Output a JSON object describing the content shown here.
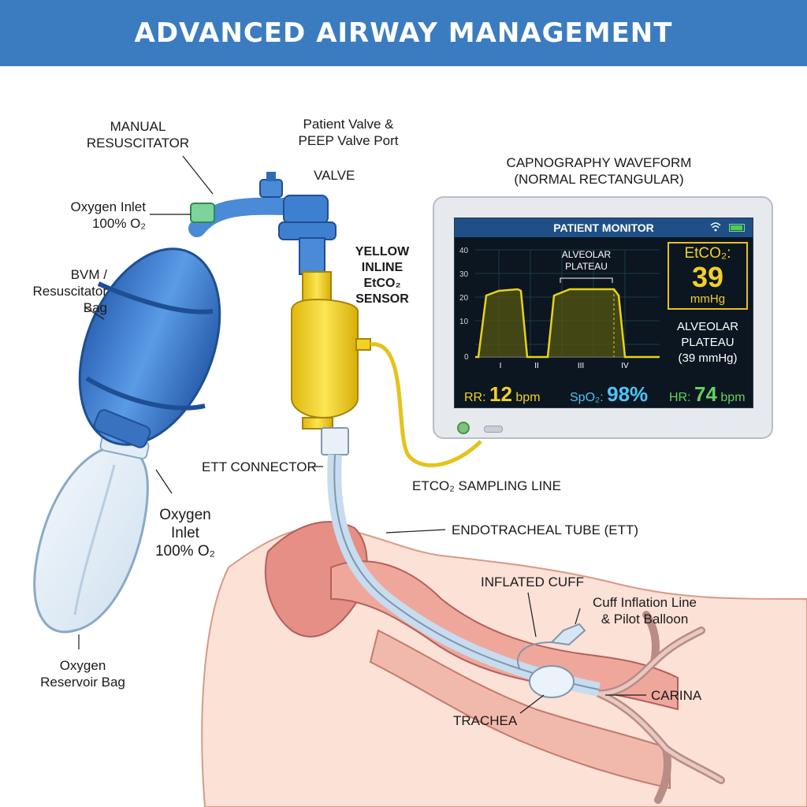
{
  "title": "ADVANCED AIRWAY MANAGEMENT",
  "labels": {
    "manual_resuscitator": [
      "MANUAL",
      "RESUSCITATOR"
    ],
    "patient_valve": [
      "Patient Valve &",
      "PEEP Valve Port"
    ],
    "valve": "VALVE",
    "oxygen_inlet_top": [
      "Oxygen Inlet",
      "100% O₂"
    ],
    "bvm": [
      "BVM /",
      "Resuscitator",
      "Bag"
    ],
    "etco2_sensor": [
      "YELLOW",
      "INLINE",
      "EtCO₂",
      "SENSOR"
    ],
    "capnography": [
      "CAPNOGRAPHY WAVEFORM",
      "(NORMAL RECTANGULAR)"
    ],
    "ett_connector": "ETT CONNECTOR",
    "oxygen_inlet_bottom": [
      "Oxygen",
      "Inlet",
      "100% O₂"
    ],
    "etco2_sampling_line": "ETCO₂ SAMPLING LINE",
    "ett": "ENDOTRACHEAL TUBE (ETT)",
    "inflated_cuff": "INFLATED CUFF",
    "cuff_line": [
      "Cuff Inflation Line",
      "& Pilot Balloon"
    ],
    "carina": "CARINA",
    "trachea": "TRACHEA",
    "reservoir": [
      "Oxygen",
      "Reservoir Bag"
    ]
  },
  "monitor": {
    "header": "PATIENT MONITOR",
    "etco2_label": "EtCO₂:",
    "etco2_value": "39",
    "etco2_unit": "mmHg",
    "plateau_side": [
      "ALVEOLAR",
      "PLATEAU",
      "(39 mmHg)"
    ],
    "plateau_chart_label": [
      "ALVEOLAR",
      "PLATEAU"
    ],
    "y_ticks": [
      "40",
      "30",
      "20",
      "10",
      "0"
    ],
    "phases": [
      "I",
      "II",
      "III",
      "IV"
    ],
    "rr_label": "RR:",
    "rr_value": "12",
    "rr_unit": "bpm",
    "spo2_label": "SpO₂:",
    "spo2_value": "98",
    "spo2_unit": "%",
    "hr_label": "HR:",
    "hr_value": "74",
    "hr_unit": "bpm"
  },
  "colors": {
    "banner": "#3b7cc0",
    "bag_blue": "#3f7fd0",
    "sensor_yellow": "#f2d21e",
    "wave_yellow": "#e8d21a",
    "tissue_pink": "#f0b8a8",
    "spo2_cyan": "#4fc3f7",
    "hr_green": "#5fd35f"
  }
}
